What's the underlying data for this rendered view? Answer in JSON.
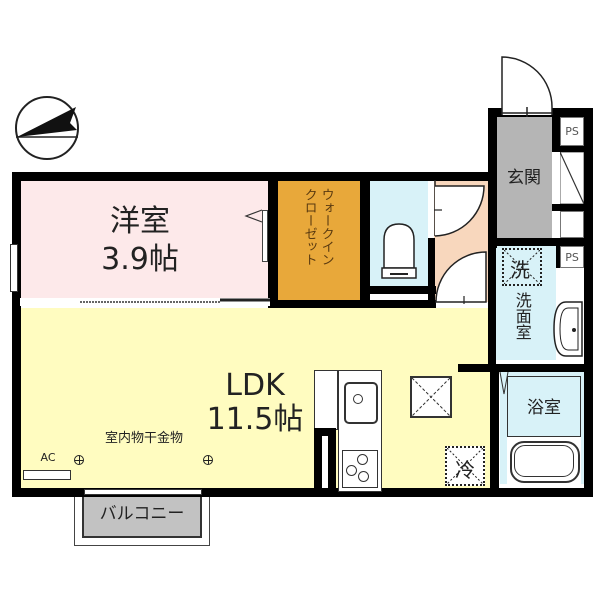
{
  "floorplan": {
    "compass": {
      "icon": "north-arrow-icon"
    },
    "rooms": {
      "western": {
        "name": "洋室",
        "size": "3.9帖",
        "color": "#fde9ea"
      },
      "wic": {
        "name": "ウォークインクローゼット",
        "line1": "ウォークイン",
        "line2": "クローゼット",
        "color": "#e8a83a"
      },
      "toilet": {
        "color": "#d8f2f8"
      },
      "hall": {
        "color": "#f8d7bd"
      },
      "entrance": {
        "name": "玄関",
        "color": "#b5b5b5"
      },
      "ps_top": {
        "name": "PS"
      },
      "ps_mid": {
        "name": "PS"
      },
      "washroom": {
        "name": "洗面室",
        "washer": "洗",
        "color": "#d8f2f8"
      },
      "bath": {
        "name": "浴室",
        "color": "#d8f2f8"
      },
      "ldk": {
        "name": "LDK",
        "size": "11.5帖",
        "color": "#fffcc0"
      },
      "balcony": {
        "name": "バルコニー",
        "color": "#c2c2c2"
      }
    },
    "fixtures": {
      "ac": "AC",
      "drying_rack": "室内物干金物",
      "fridge": "冷"
    }
  }
}
